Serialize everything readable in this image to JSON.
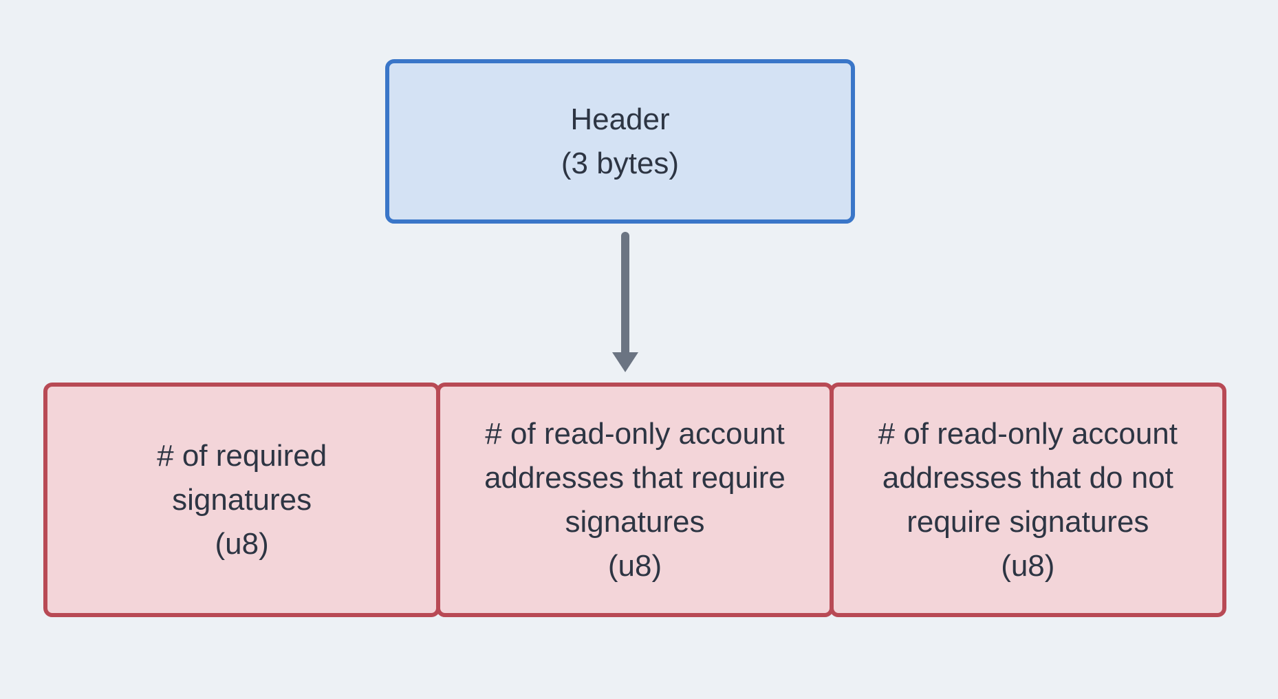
{
  "colors": {
    "background": "#edf1f5",
    "header_fill": "#d4e2f4",
    "header_border": "#3a76c8",
    "field_fill": "#f3d5d9",
    "field_border": "#b84a55",
    "arrow": "#6b7482",
    "text": "#2d3543"
  },
  "header_box": {
    "label": "Header\n(3 bytes)"
  },
  "arrow": {
    "icon": "down-arrow"
  },
  "fields": [
    {
      "label": "# of required\nsignatures\n(u8)"
    },
    {
      "label": "# of read-only account\naddresses that require\nsignatures\n(u8)"
    },
    {
      "label": "# of read-only account\naddresses that do not\nrequire signatures\n(u8)"
    }
  ]
}
